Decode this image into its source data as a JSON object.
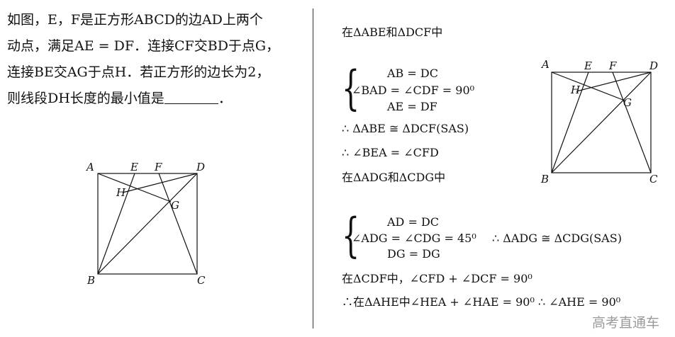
{
  "problem": {
    "lines": [
      "如图，E，F是正方形ABCD的边AD上两个",
      "动点，满足AE = DF．连接CF交BD于点G，",
      "连接BE交AG于点H．若正方形的边长为2，",
      "则线段DH长度的最小值是"
    ],
    "end_mark": "．"
  },
  "figure_labels": {
    "A": "A",
    "B": "B",
    "C": "C",
    "D": "D",
    "E": "E",
    "F": "F",
    "G": "G",
    "H": "H"
  },
  "solution": {
    "s1": "在ΔABE和ΔDCF中",
    "sys1": [
      "AB = DC",
      "∠BAD = ∠CDF = 90⁰",
      "AE = DF"
    ],
    "s2": "∴ ΔABE ≅ ΔDCF(SAS)",
    "s3": "∴ ∠BEA = ∠CFD",
    "s4": "在ΔADG和ΔCDG中",
    "sys2": [
      "AD = DC",
      "∠ADG = ∠CDG = 45⁰",
      "DG = DG"
    ],
    "sys2_conclusion": "∴ ΔADG ≅ ΔCDG(SAS)",
    "s5": "在ΔCDF中，∠CFD + ∠DCF = 90⁰",
    "s6": "∴在ΔAHE中∠HEA + ∠HAE = 90⁰  ∴ ∠AHE = 90⁰"
  },
  "watermark": "高考直通车"
}
